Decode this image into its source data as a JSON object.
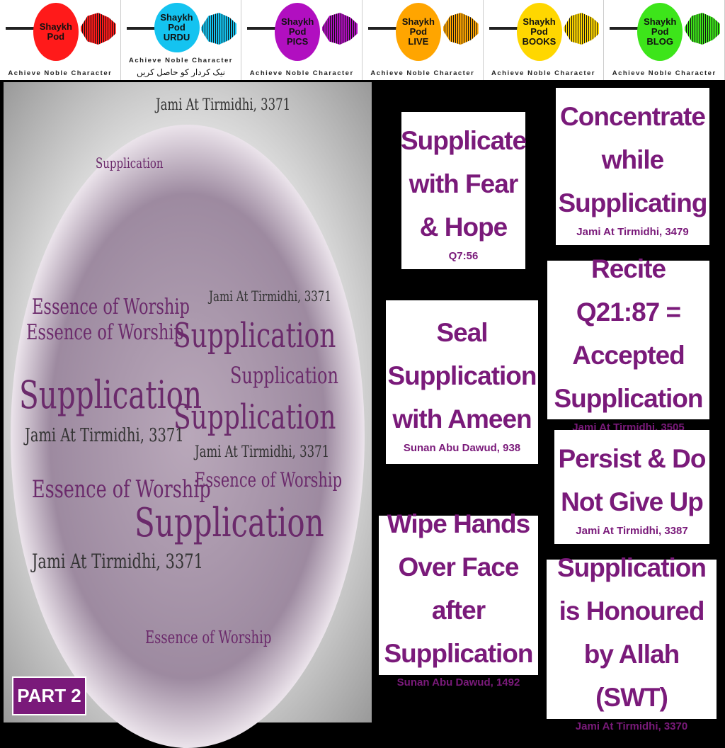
{
  "header": {
    "logos": [
      {
        "name": "Shaykh Pod",
        "lines": [
          "Shaykh",
          "Pod"
        ],
        "tagline": "Achieve Noble Character",
        "color": "#ff1a1a"
      },
      {
        "name": "Shaykh Pod URDU",
        "lines": [
          "Shaykh",
          "Pod",
          "URDU"
        ],
        "tagline": "Achieve Noble Character",
        "urdu": "نیک کردار کو حاصل کریں",
        "color": "#14c3f0"
      },
      {
        "name": "Shaykh Pod PICS",
        "lines": [
          "Shaykh",
          "Pod",
          "PICS"
        ],
        "tagline": "Achieve Noble Character",
        "color": "#b10fc0"
      },
      {
        "name": "Shaykh Pod LIVE",
        "lines": [
          "Shaykh",
          "Pod",
          "LIVE"
        ],
        "tagline": "Achieve Noble Character",
        "color": "#ffa500"
      },
      {
        "name": "Shaykh Pod BOOKS",
        "lines": [
          "Shaykh",
          "Pod",
          "BOOKS"
        ],
        "tagline": "Achieve Noble Character",
        "color": "#ffd700"
      },
      {
        "name": "Shaykh Pod BLOG",
        "lines": [
          "Shaykh",
          "Pod",
          "BLOG"
        ],
        "tagline": "Achieve Noble Character",
        "color": "#3de51a"
      }
    ]
  },
  "cloud": {
    "words": [
      "Supplication",
      "Essence of Worship",
      "Jami At Tirmidhi, 3371"
    ]
  },
  "badge": "PART 2",
  "cards": [
    {
      "title": "Supplicate with Fear & Hope",
      "source": "Q7:56"
    },
    {
      "title": "Concentrate while Supplicating",
      "source": "Jami At Tirmidhi, 3479"
    },
    {
      "title": "Seal Supplication with Ameen",
      "source": "Sunan Abu Dawud, 938"
    },
    {
      "title": "Recite Q21:87 = Accepted Supplication",
      "source": "Jami At Tirmidhi, 3505"
    },
    {
      "title": "Persist & Do Not Give Up",
      "source": "Jami At Tirmidhi, 3387"
    },
    {
      "title": "Wipe Hands Over Face after Supplication",
      "source": "Sunan Abu Dawud, 1492"
    },
    {
      "title": "Supplication is Honoured by Allah (SWT)",
      "source": "Jami At Tirmidhi, 3370"
    }
  ]
}
